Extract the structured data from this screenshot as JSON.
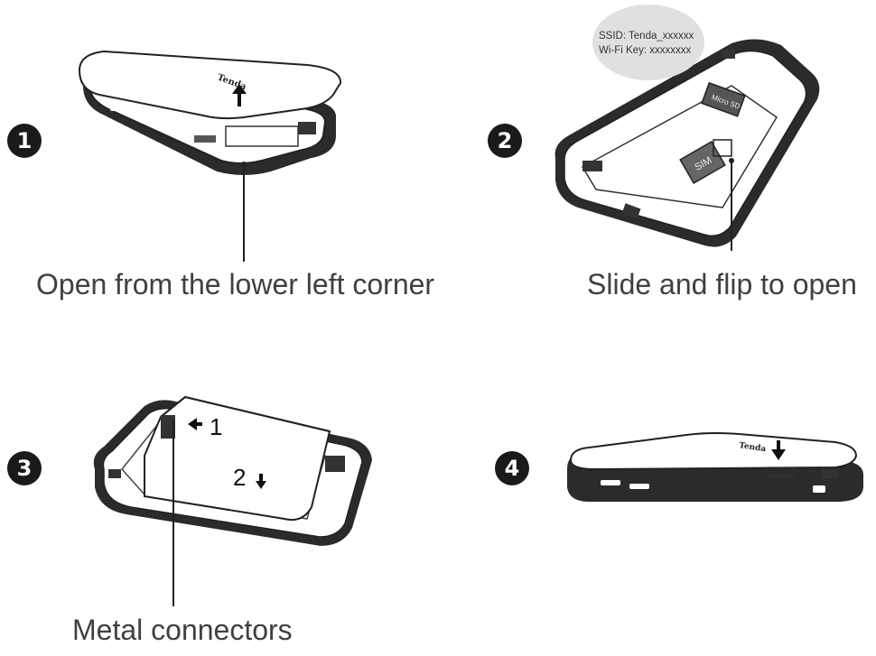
{
  "steps": [
    {
      "number": "1",
      "caption": "Open from the lower left corner"
    },
    {
      "number": "2",
      "caption": "Slide and flip to open"
    },
    {
      "number": "3",
      "caption": "Metal connectors"
    },
    {
      "number": "4",
      "caption": ""
    }
  ],
  "device": {
    "brand": "Tenda",
    "label_bubble": {
      "ssid": "SSID: Tenda_xxxxxx",
      "key": "Wi-Fi Key: xxxxxxxx"
    },
    "sim_label": "SIM",
    "micro_sd_label": "Micro SD"
  },
  "step3_markers": {
    "one": "1",
    "two": "2"
  }
}
